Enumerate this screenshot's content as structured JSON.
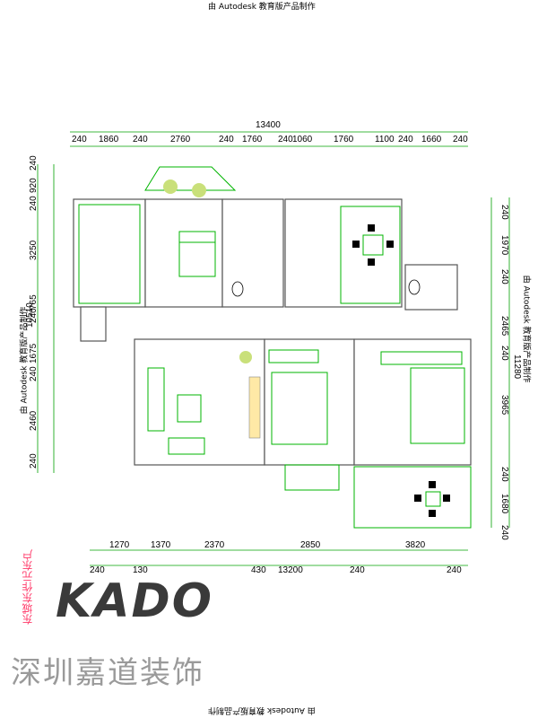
{
  "watermark": "由 Autodesk 教育版产品制作",
  "dims": {
    "top_total": "13400",
    "top_segments": [
      "240",
      "1860",
      "240",
      "2760",
      "240",
      "1760",
      "240",
      "1060",
      "1760",
      "1100",
      "240",
      "1660",
      "240"
    ],
    "left_total": "10510",
    "left_segments": [
      "240",
      "920",
      "240",
      "3250",
      "765",
      "240",
      "1675",
      "240",
      "2460",
      "240"
    ],
    "right_total": "11280",
    "right_segments": [
      "240",
      "1970",
      "240",
      "2465",
      "240",
      "3965",
      "240",
      "1680",
      "240"
    ],
    "bottom_row1": [
      "1270",
      "1370",
      "2370",
      "2850",
      "3820"
    ],
    "bottom_row2": [
      "240",
      "130",
      "430",
      "13200",
      "240",
      "240"
    ]
  },
  "stamp_text": "东城东作元东户",
  "logo_text": "KADO",
  "company_name": "深圳嘉道装饰"
}
